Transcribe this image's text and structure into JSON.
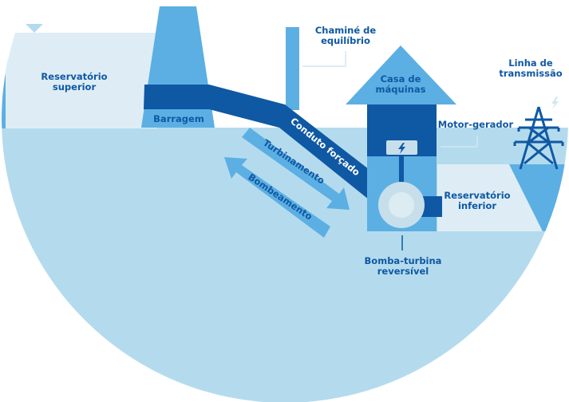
{
  "colors": {
    "ground": "#b4dbed",
    "pale_water": "#deedf5",
    "medium_blue": "#5cafe3",
    "dark_blue": "#0f58a4",
    "leader_line": "#d3e6f0"
  },
  "labels": {
    "upper_reservoir": [
      "Reservatório",
      "superior"
    ],
    "dam": "Barragem",
    "surge_chimney": [
      "Chaminé de",
      "equilíbrio"
    ],
    "powerhouse": [
      "Casa de",
      "máquinas"
    ],
    "transmission_line": [
      "Linha de",
      "transmissão"
    ],
    "motor_generator": "Motor-gerador",
    "lower_reservoir": [
      "Reservatório",
      "inferior"
    ],
    "pump_turbine": [
      "Bomba-turbina",
      "reversível"
    ],
    "penstock": "Conduto forçado",
    "turbining": "Turbinamento",
    "pumping": "Bombeamento"
  },
  "icons": [
    "lightning-icon",
    "transmission-tower-icon",
    "water-level-marker-icon"
  ]
}
